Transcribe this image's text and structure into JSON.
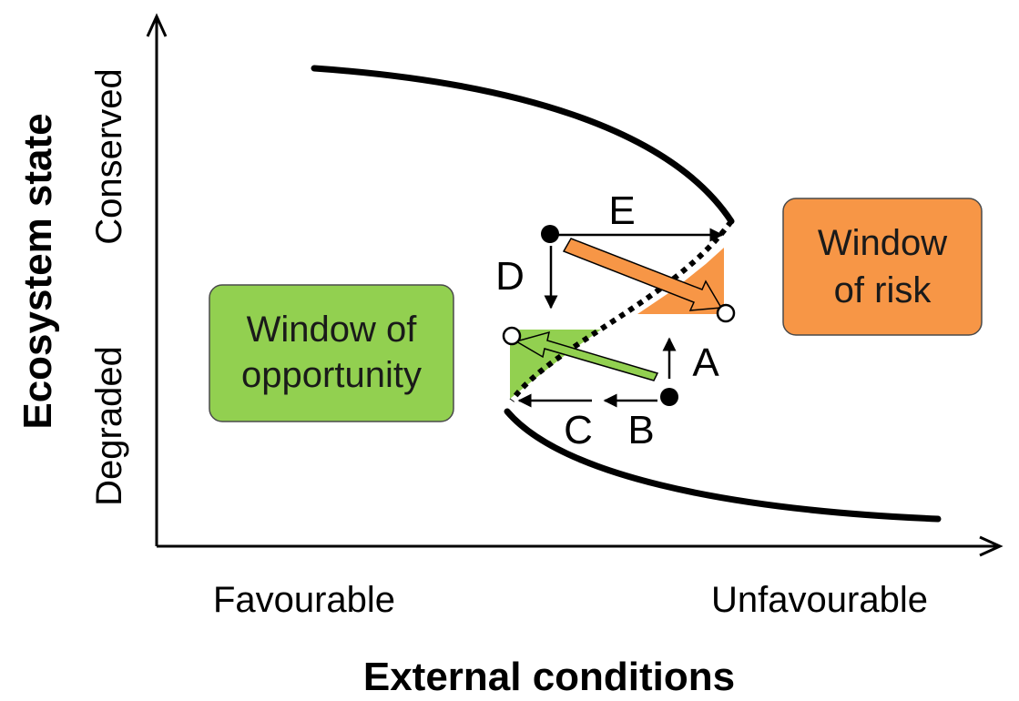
{
  "axes": {
    "x_title": "External conditions",
    "y_title": "Ecosystem state",
    "x_low": "Favourable",
    "x_high": "Unfavourable",
    "y_low": "Degraded",
    "y_high": "Conserved"
  },
  "boxes": {
    "opportunity": {
      "line1": "Window of",
      "line2": "opportunity",
      "color": "#92d050"
    },
    "risk": {
      "line1": "Window",
      "line2": "of risk",
      "color": "#f79646"
    }
  },
  "arrow_labels": {
    "a": "A",
    "b": "B",
    "c": "C",
    "d": "D",
    "e": "E"
  },
  "colors": {
    "green": "#92d050",
    "orange": "#f79646",
    "line": "#000000"
  }
}
